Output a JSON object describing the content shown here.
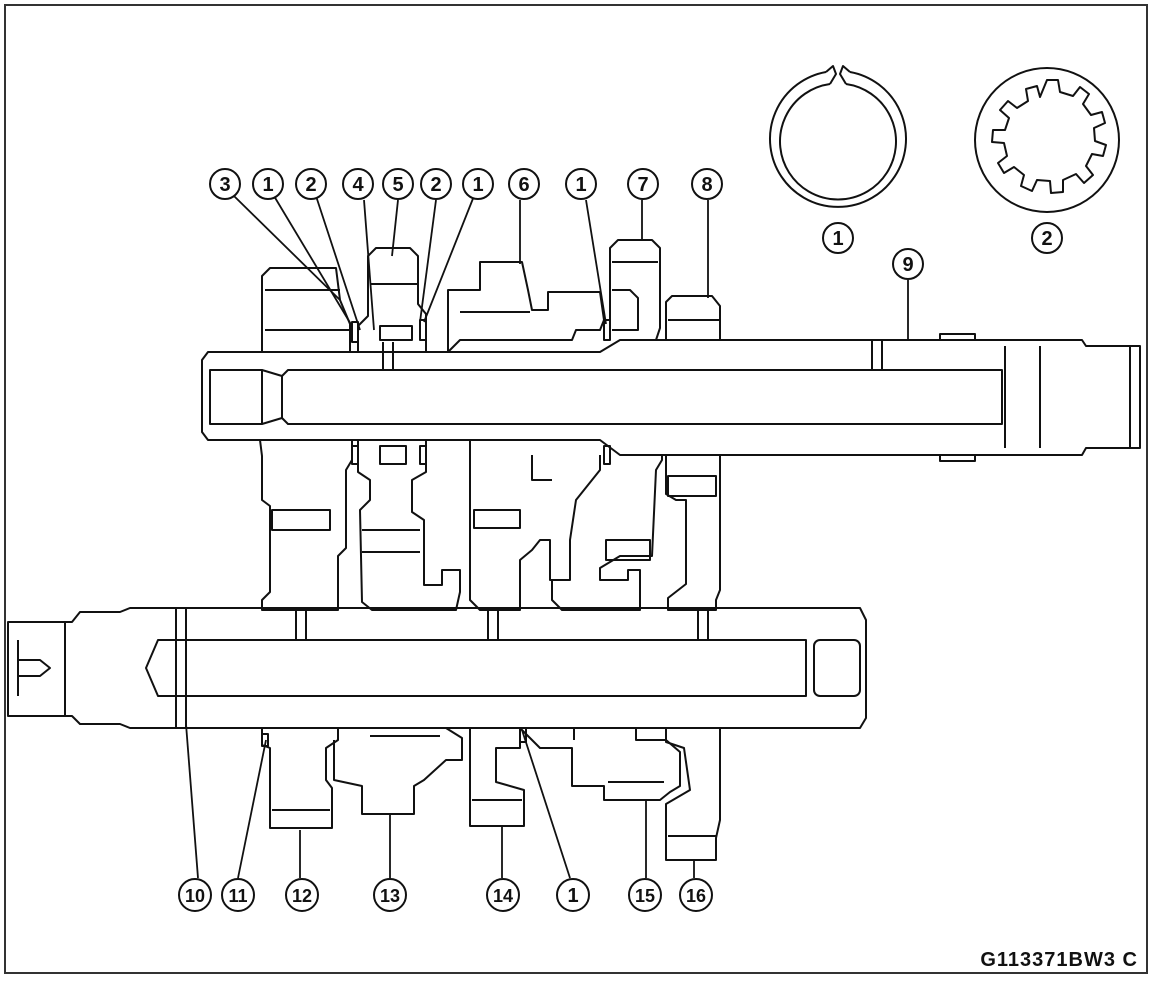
{
  "figure": {
    "code": "G113371BW3 C",
    "callouts": {
      "c3": "3",
      "c1a": "1",
      "c2a": "2",
      "c4": "4",
      "c5": "5",
      "c2b": "2",
      "c1b": "1",
      "c6": "6",
      "c1c": "1",
      "c7": "7",
      "c8": "8",
      "c9": "9",
      "c10": "10",
      "c11": "11",
      "c12": "12",
      "c13": "13",
      "c14": "14",
      "c1d": "1",
      "c15": "15",
      "c16": "16",
      "inset1": "1",
      "inset2": "2"
    }
  },
  "colors": {
    "line": "#111111",
    "paper": "#ffffff",
    "frame": "#333333"
  }
}
